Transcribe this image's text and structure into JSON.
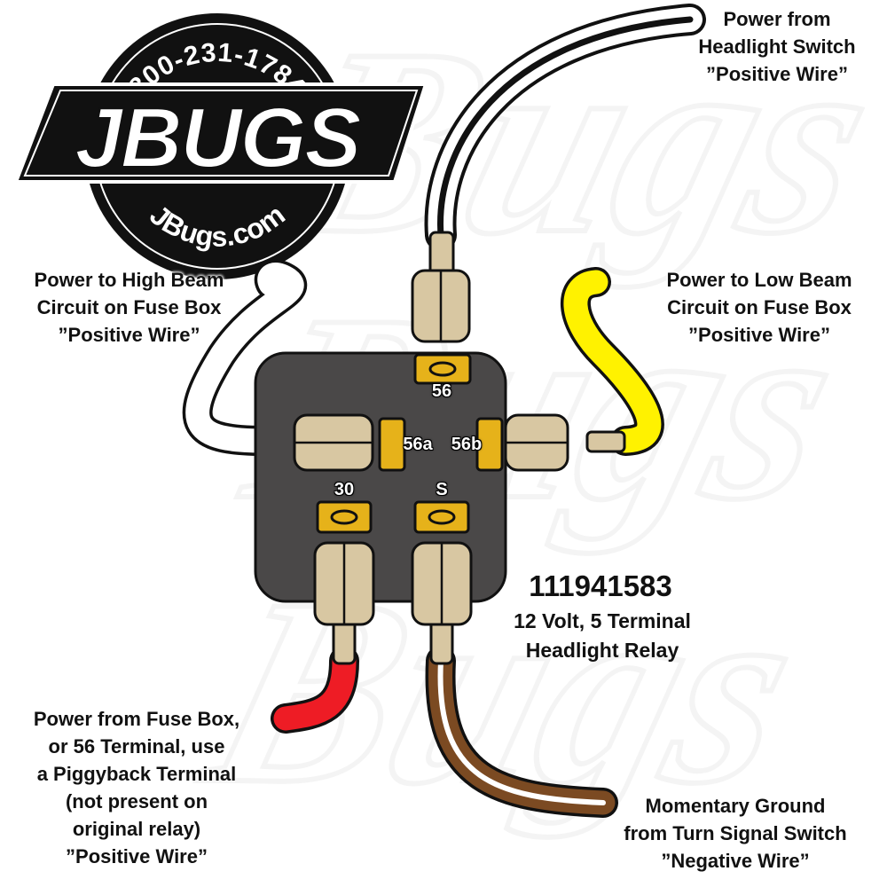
{
  "logo": {
    "phone": "800-231-1784",
    "brand": "JBUGS",
    "website": "JBugs.com"
  },
  "relay": {
    "part_number": "111941583",
    "description_lines": [
      "12 Volt, 5 Terminal",
      "Headlight Relay"
    ],
    "terminals": {
      "t56": "56",
      "t56a": "56a",
      "t56b": "56b",
      "t30": "30",
      "tS": "S"
    }
  },
  "wires": {
    "headlight_switch": {
      "lines": [
        "Power from",
        "Headlight Switch",
        "”Positive Wire”"
      ],
      "color": "#ffffff",
      "stripe": "#111111"
    },
    "high_beam": {
      "lines": [
        "Power to High Beam",
        "Circuit on Fuse Box",
        "”Positive Wire”"
      ],
      "color": "#ffffff"
    },
    "low_beam": {
      "lines": [
        "Power to Low Beam",
        "Circuit on Fuse Box",
        "”Positive Wire”"
      ],
      "color": "#fff200"
    },
    "fuse_box": {
      "lines": [
        "Power from Fuse Box,",
        "or 56 Terminal, use",
        "a Piggyback Terminal",
        "(not present on",
        "original relay)",
        "”Positive Wire”"
      ],
      "color": "#ee1c25"
    },
    "ground": {
      "lines": [
        "Momentary Ground",
        "from Turn Signal Switch",
        "”Negative Wire”"
      ],
      "color": "#7b4a22",
      "stripe": "#ffffff"
    }
  },
  "colors": {
    "relay_body": "#4a4848",
    "connector_tan": "#d8c7a2",
    "terminal_gold": "#e6b21a",
    "outline": "#111111"
  }
}
